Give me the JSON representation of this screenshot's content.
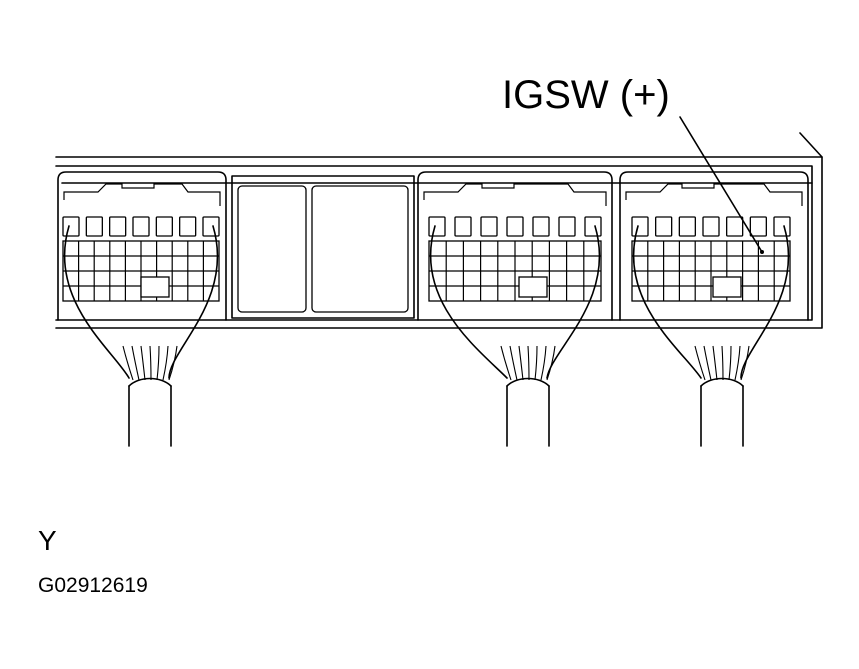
{
  "callout": {
    "label": "IGSW (+)"
  },
  "view_label": "Y",
  "figure_id": "G02912619",
  "connectors": [
    {
      "name": "connector-left"
    },
    {
      "name": "connector-middle"
    },
    {
      "name": "connector-right"
    }
  ]
}
